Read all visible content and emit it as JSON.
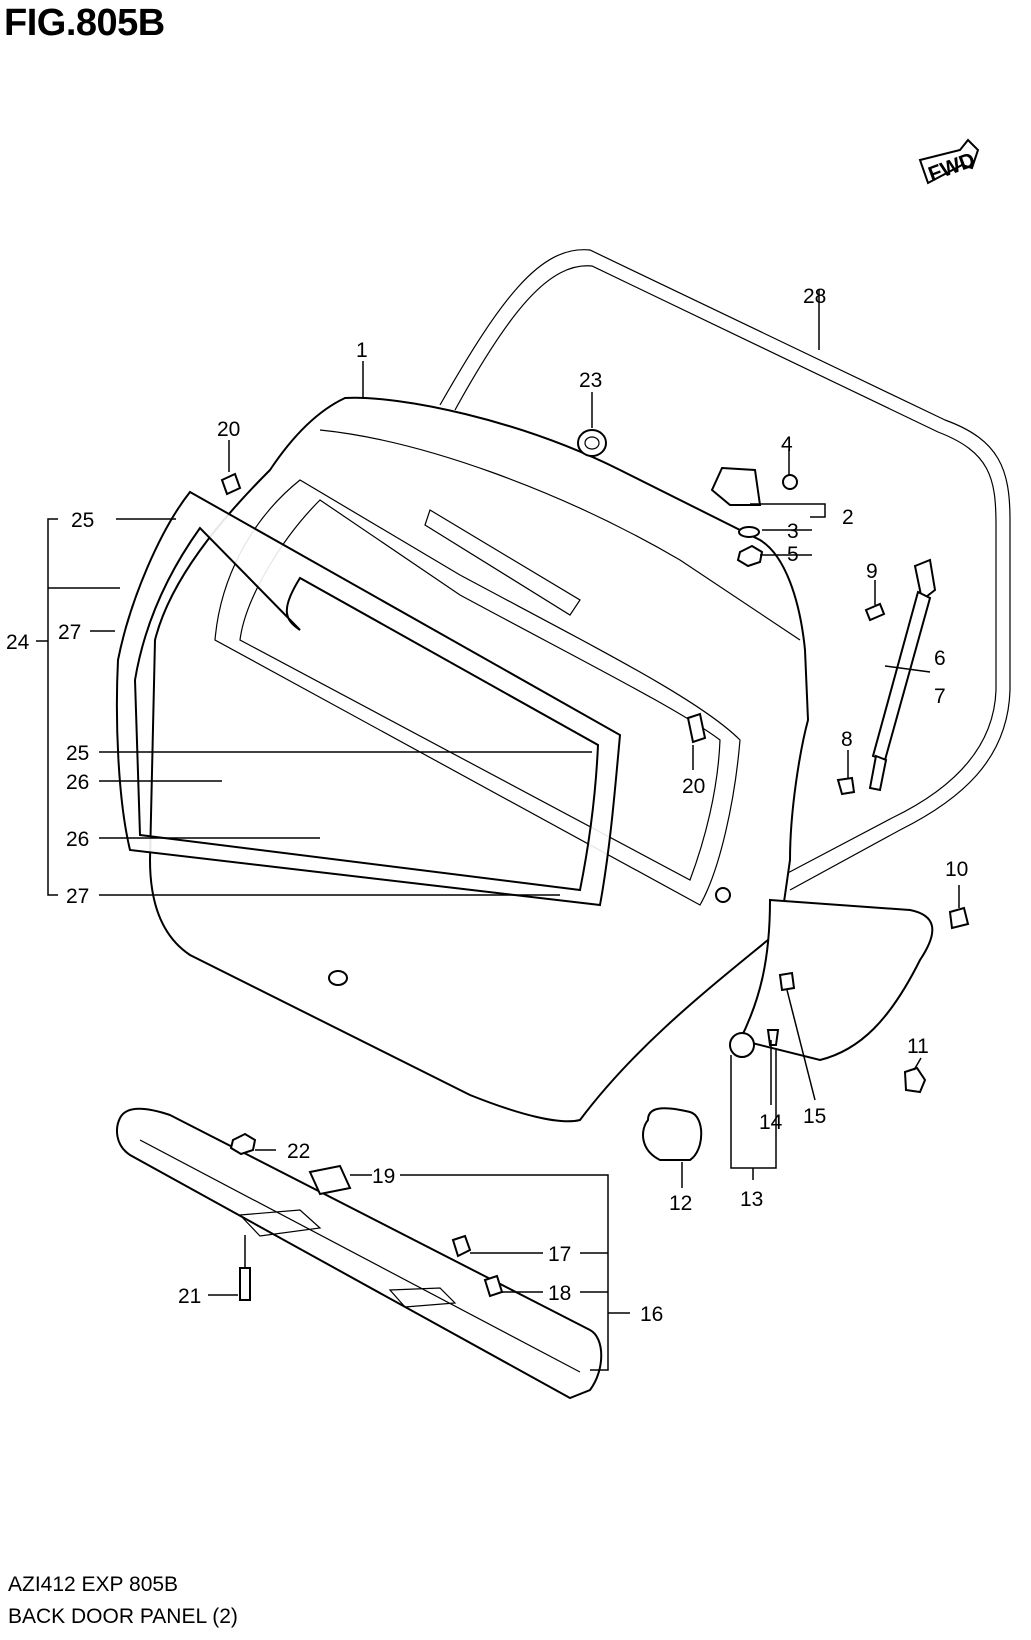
{
  "figure": {
    "title": "FIG.805B",
    "code": "AZI412 EXP 805B",
    "caption": "BACK DOOR PANEL (2)"
  },
  "fwd_badge": "FWD",
  "callouts": {
    "c1": "1",
    "c2": "2",
    "c3": "3",
    "c4": "4",
    "c5": "5",
    "c6": "6",
    "c7": "7",
    "c8": "8",
    "c9": "9",
    "c10": "10",
    "c11": "11",
    "c12": "12",
    "c13": "13",
    "c14": "14",
    "c15": "15",
    "c16": "16",
    "c17": "17",
    "c18": "18",
    "c19": "19",
    "c20a": "20",
    "c20b": "20",
    "c21": "21",
    "c22": "22",
    "c23": "23",
    "c24": "24",
    "c25a": "25",
    "c25b": "25",
    "c26a": "26",
    "c26b": "26",
    "c27a": "27",
    "c27b": "27",
    "c28": "28"
  }
}
